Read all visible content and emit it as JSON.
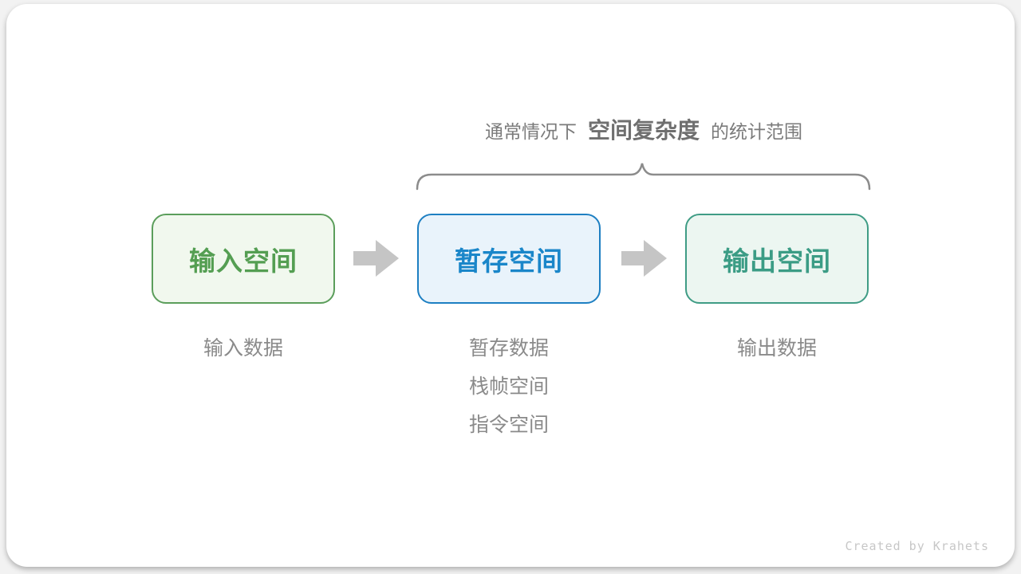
{
  "title": {
    "prefix": "通常情况下",
    "highlight": "空间复杂度",
    "suffix": "的统计范围"
  },
  "flow": {
    "boxes": [
      {
        "label": "输入空间",
        "text_color": "#549e52",
        "border_color": "#5b9e5b",
        "bg_color": "#f1f8ee"
      },
      {
        "label": "暂存空间",
        "text_color": "#1a86c9",
        "border_color": "#1d7fc2",
        "bg_color": "#e9f3fb"
      },
      {
        "label": "输出空间",
        "text_color": "#3b9c85",
        "border_color": "#3f9c85",
        "bg_color": "#ecf6f1"
      }
    ],
    "arrow_color": "#c5c5c5"
  },
  "brace": {
    "color": "#8c8c8c"
  },
  "sublabels": {
    "input": [
      "输入数据"
    ],
    "buffer": [
      "暂存数据",
      "栈帧空间",
      "指令空间"
    ],
    "output": [
      "输出数据"
    ]
  },
  "footer": {
    "credit": "Created by Krahets"
  }
}
